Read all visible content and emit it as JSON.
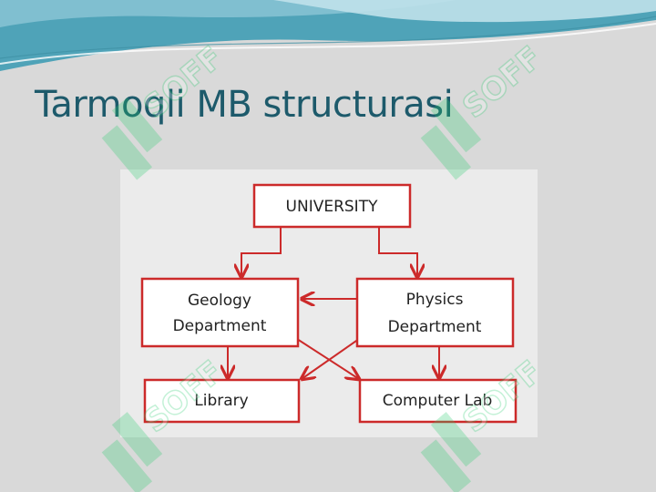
{
  "slide": {
    "title": "Tarmoqli MB structurasi"
  },
  "colors": {
    "title": "#1d5a6b",
    "header_teal": "#4fa3b8",
    "header_light": "#a7d3df",
    "node_border": "#cc2a2a",
    "arrow": "#cc2a2a",
    "background": "#d9d9d9",
    "watermark": "#2ecc71"
  },
  "watermark": {
    "text": "SOFF",
    "icon": "soff-logo-icon"
  },
  "diagram": {
    "nodes": {
      "university": {
        "lines": [
          "UNIVERSITY"
        ]
      },
      "geology": {
        "lines": [
          "Geology",
          "Department"
        ]
      },
      "physics": {
        "lines": [
          "Physics",
          "Department"
        ]
      },
      "library": {
        "lines": [
          "Library"
        ]
      },
      "computer_lab": {
        "lines": [
          "Computer Lab"
        ]
      }
    },
    "edges": [
      {
        "from": "university",
        "to": "geology"
      },
      {
        "from": "university",
        "to": "physics"
      },
      {
        "from": "physics",
        "to": "geology"
      },
      {
        "from": "geology",
        "to": "library"
      },
      {
        "from": "geology",
        "to": "computer_lab"
      },
      {
        "from": "physics",
        "to": "library"
      },
      {
        "from": "physics",
        "to": "computer_lab"
      }
    ]
  }
}
